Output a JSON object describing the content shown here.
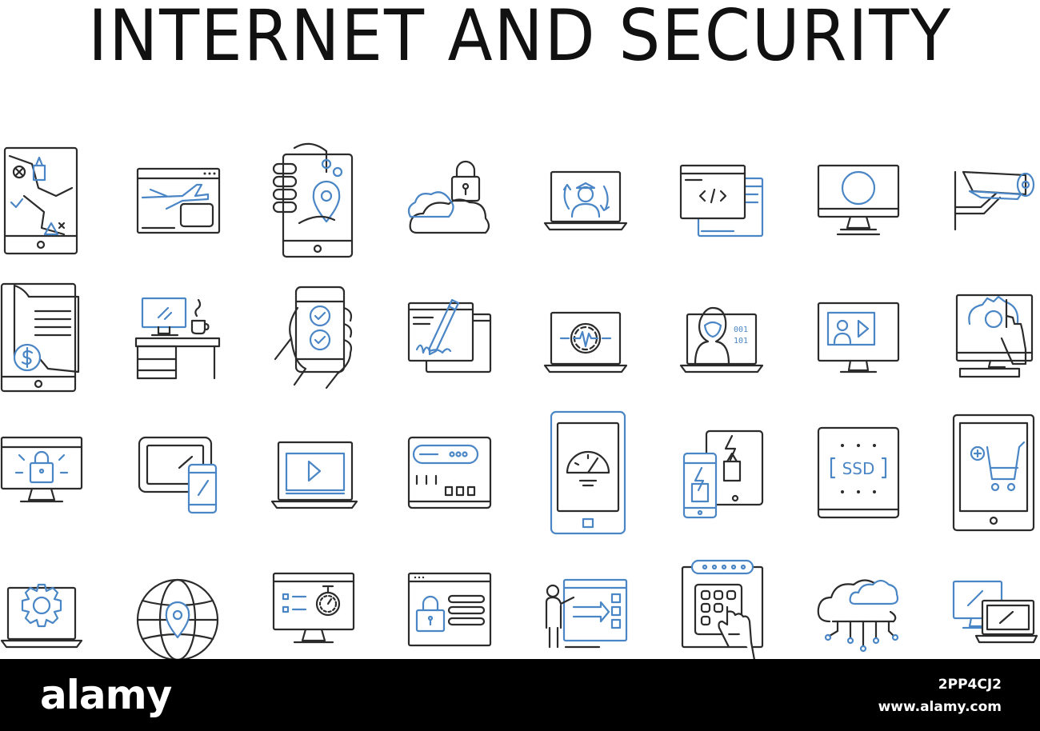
{
  "title": "INTERNET AND SECURITY",
  "footer": {
    "brand": "alamy",
    "image_code": "2PP4CJ2",
    "site": "www.alamy.com"
  },
  "colors": {
    "outline": "#2b2b2b",
    "accent": "#4a86c5",
    "footer_bg": "#000000"
  },
  "icons": [
    "tablet-map-icon",
    "browser-airplane-icon",
    "phone-location-hand-icon",
    "cloud-lock-icon",
    "laptop-support-agent-icon",
    "code-window-icon",
    "monitor-circle-icon",
    "security-camera-icon",
    "tablet-invoice-dollar-icon",
    "computer-desk-icon",
    "phone-checklist-hand-icon",
    "document-signature-icon",
    "laptop-gear-pulse-icon",
    "laptop-hacker-icon",
    "monitor-video-call-icon",
    "computer-gear-touch-icon",
    "monitor-lock-icon",
    "tablet-phone-devices-icon",
    "laptop-video-player-icon",
    "hardware-board-icon",
    "phone-speedometer-icon",
    "phone-tablet-charging-icon",
    "ssd-drive-icon",
    "tablet-shopping-cart-icon",
    "laptop-gear-icon",
    "globe-location-icon",
    "monitor-stopwatch-icon",
    "browser-lock-form-icon",
    "presenter-screen-icon",
    "keypad-touch-icon",
    "cloud-network-icon",
    "computer-laptop-devices-icon"
  ]
}
